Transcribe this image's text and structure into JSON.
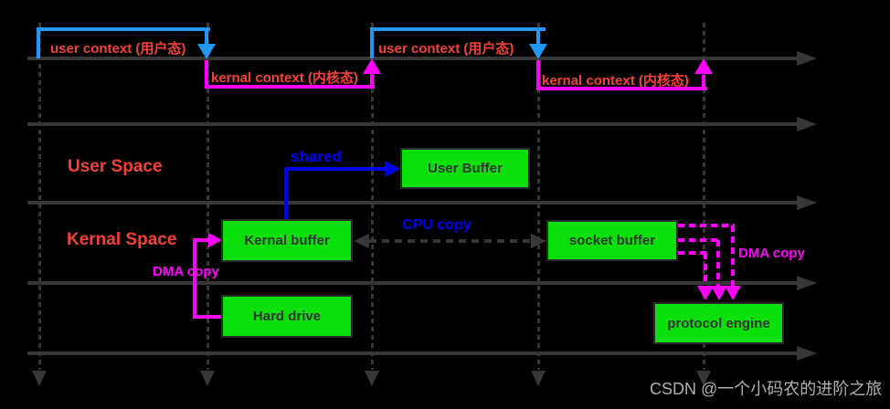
{
  "labels": {
    "user_context_1": "user context (用户态)",
    "kernal_context_1": "kernal context (内核态)",
    "user_context_2": "user context (用户态)",
    "kernal_context_2": "kernal context (内核态)",
    "user_space": "User Space",
    "kernal_space": "Kernal Space"
  },
  "boxes": {
    "user_buffer": "User Buffer",
    "kernal_buffer": "Kernal buffer",
    "hard_drive": "Hard drive",
    "socket_buffer": "socket buffer",
    "protocol_engine": "protocol engine"
  },
  "arrows": {
    "shared_label": "shared",
    "cpu_copy_label": "CPU copy",
    "dma_copy_left_label": "DMA copy",
    "dma_copy_right_label": "DMA copy"
  },
  "watermark": "CSDN @一个小码农的进阶之旅",
  "colors": {
    "background": "#000000",
    "line_gray": "#373737",
    "box_green": "#0be00b",
    "box_border": "#2b2b2b",
    "box_text": "#333333",
    "label_red": "#f4403a",
    "magenta": "#ff00ff",
    "bracket_blue": "#2196f3",
    "arrow_blue": "#0000ee",
    "watermark_gray": "#b0b0b0"
  }
}
